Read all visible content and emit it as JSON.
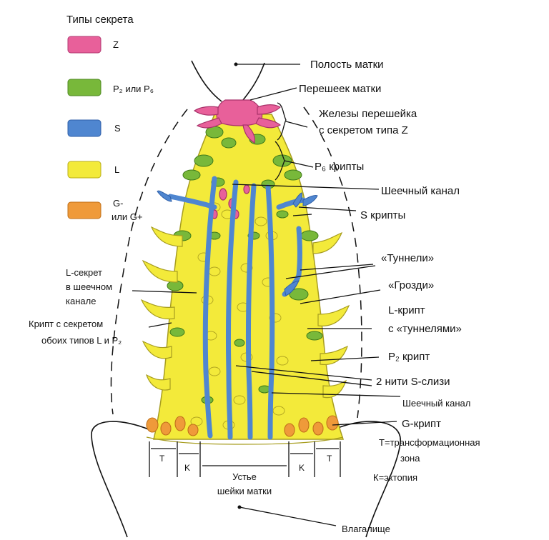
{
  "legend": {
    "title": "Типы секрета",
    "items": [
      {
        "key": "z",
        "color": "#e8609a",
        "label": "Z"
      },
      {
        "key": "p",
        "color": "#78b83a",
        "label": "P₂ или P₆"
      },
      {
        "key": "s",
        "color": "#4f86d0",
        "label": "S"
      },
      {
        "key": "l",
        "color": "#f3ea3a",
        "label": "L"
      },
      {
        "key": "g",
        "color": "#ef9a3a",
        "label_line1": "G-",
        "label_line2": "или G+"
      }
    ]
  },
  "labels": {
    "uterine_cavity": "Полость матки",
    "isthmus": "Перешеек матки",
    "isthmus_glands_1": "Железы перешейка",
    "isthmus_glands_2": "с секретом типа Z",
    "p6_crypts": "P₆ крипты",
    "cervical_canal_top": "Шеечный канал",
    "s_crypts": "S крипты",
    "tunnels": "«Туннели»",
    "clusters": "«Грозди»",
    "l_crypt_1": "L-крипт",
    "l_crypt_2": "с «туннелями»",
    "p2_crypt": "P₂ крипт",
    "s_threads": "2 нити S-слизи",
    "cervical_canal_bottom": "Шеечный канал",
    "g_crypt": "G-крипт",
    "transform_1": "T=трансформационная",
    "transform_2": "зона",
    "ectopy": "К=эктопия",
    "vagina": "Влагалище",
    "os_1": "Устье",
    "os_2": "шейки матки",
    "l_secret_1": "L-секрет",
    "l_secret_2": "в шеечном",
    "l_secret_3": "канале",
    "mixed_crypt_1": "Крипт с секретом",
    "mixed_crypt_2": "обоих типов L и P₂",
    "bracket_t": "T",
    "bracket_k": "K"
  }
}
